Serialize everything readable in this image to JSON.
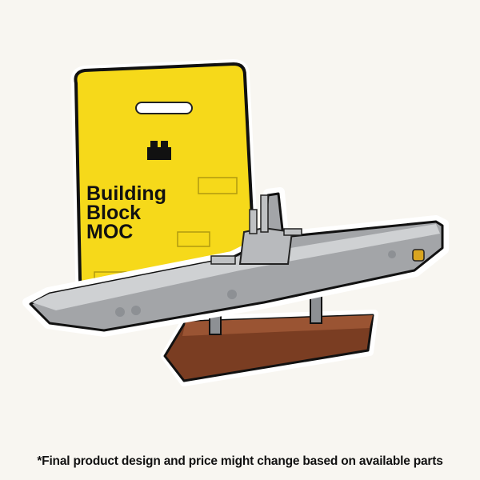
{
  "bag": {
    "line1": "Building",
    "line2": "Block",
    "line3": "MOC"
  },
  "caption": "*Final product design and price might change based on available parts",
  "colors": {
    "background": "#f8f6f1",
    "bag_yellow": "#f6d91a",
    "hull_gray": "#a3a5a8",
    "deck_light": "#cfd1d3",
    "stand_brown": "#7a3d22",
    "accent_gold": "#d9a520"
  }
}
